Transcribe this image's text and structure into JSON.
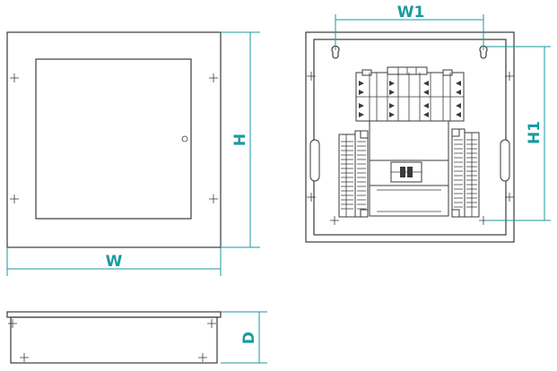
{
  "dimension_labels": {
    "width": "W",
    "height": "H",
    "depth": "D",
    "mount_width": "W1",
    "mount_height": "H1"
  },
  "colors": {
    "dimension": "#1a9aa0",
    "outline": "#3a3a3a",
    "background": "#ffffff"
  },
  "icons": {
    "mounting_mark": "plus-cross",
    "keyhole": "keyhole-slot",
    "door_lock": "small-circle"
  }
}
